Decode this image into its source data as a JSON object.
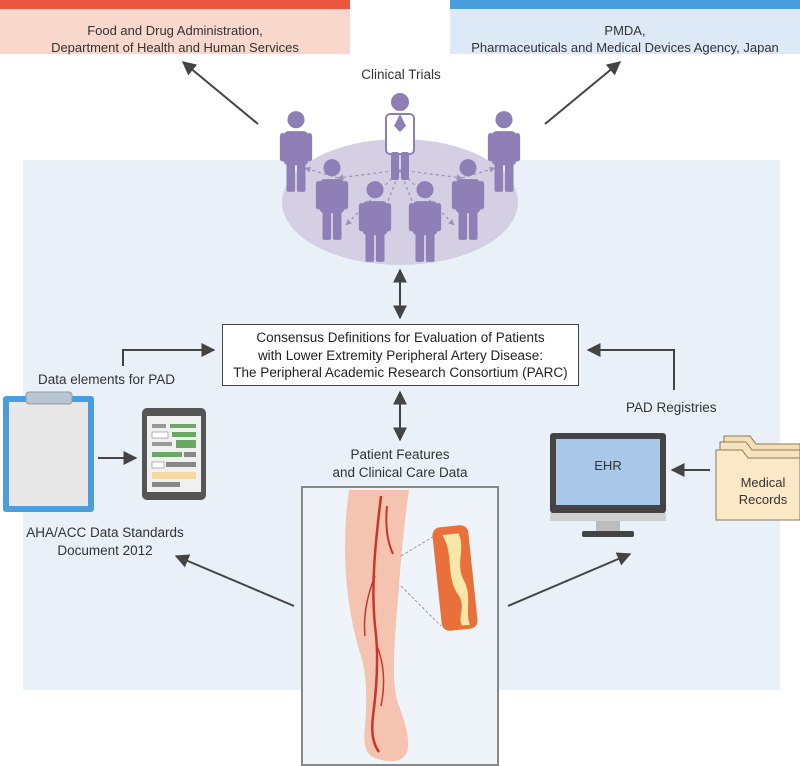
{
  "fda": {
    "line1": "Food and Drug Administration,",
    "line2": "Department of Health and Human Services",
    "accent_color": "#e8573e"
  },
  "pmda": {
    "line1": "PMDA,",
    "line2": "Pharmaceuticals and Medical Devices Agency, Japan",
    "accent_color": "#4a9edc"
  },
  "clinical_trials": {
    "label": "Clinical Trials"
  },
  "center": {
    "line1": "Consensus Definitions for Evaluation of Patients",
    "line2": "with Lower Extremity Peripheral Artery Disease:",
    "line3": "The Peripheral Academic Research Consortium (PARC)"
  },
  "data_elements": {
    "label": "Data elements for PAD"
  },
  "aha": {
    "line1": "AHA/ACC Data Standards",
    "line2": "Document 2012"
  },
  "pad_registries": {
    "label": "PAD Registries"
  },
  "patient_features": {
    "line1": "Patient Features",
    "line2": "and Clinical Care Data"
  },
  "ehr": {
    "label": "EHR"
  },
  "medical_records": {
    "line1": "Medical",
    "line2": "Records"
  },
  "colors": {
    "people": "#8f7fb7",
    "oval": "#d4cfe3",
    "panel": "#e9f0f8",
    "leg": "#f4c4b0",
    "artery": "#c9342b"
  },
  "icons": [
    "person-icon",
    "doctor-icon",
    "clipboard-icon",
    "tablet-icon",
    "computer-icon",
    "folder-icon",
    "leg-illustration"
  ]
}
